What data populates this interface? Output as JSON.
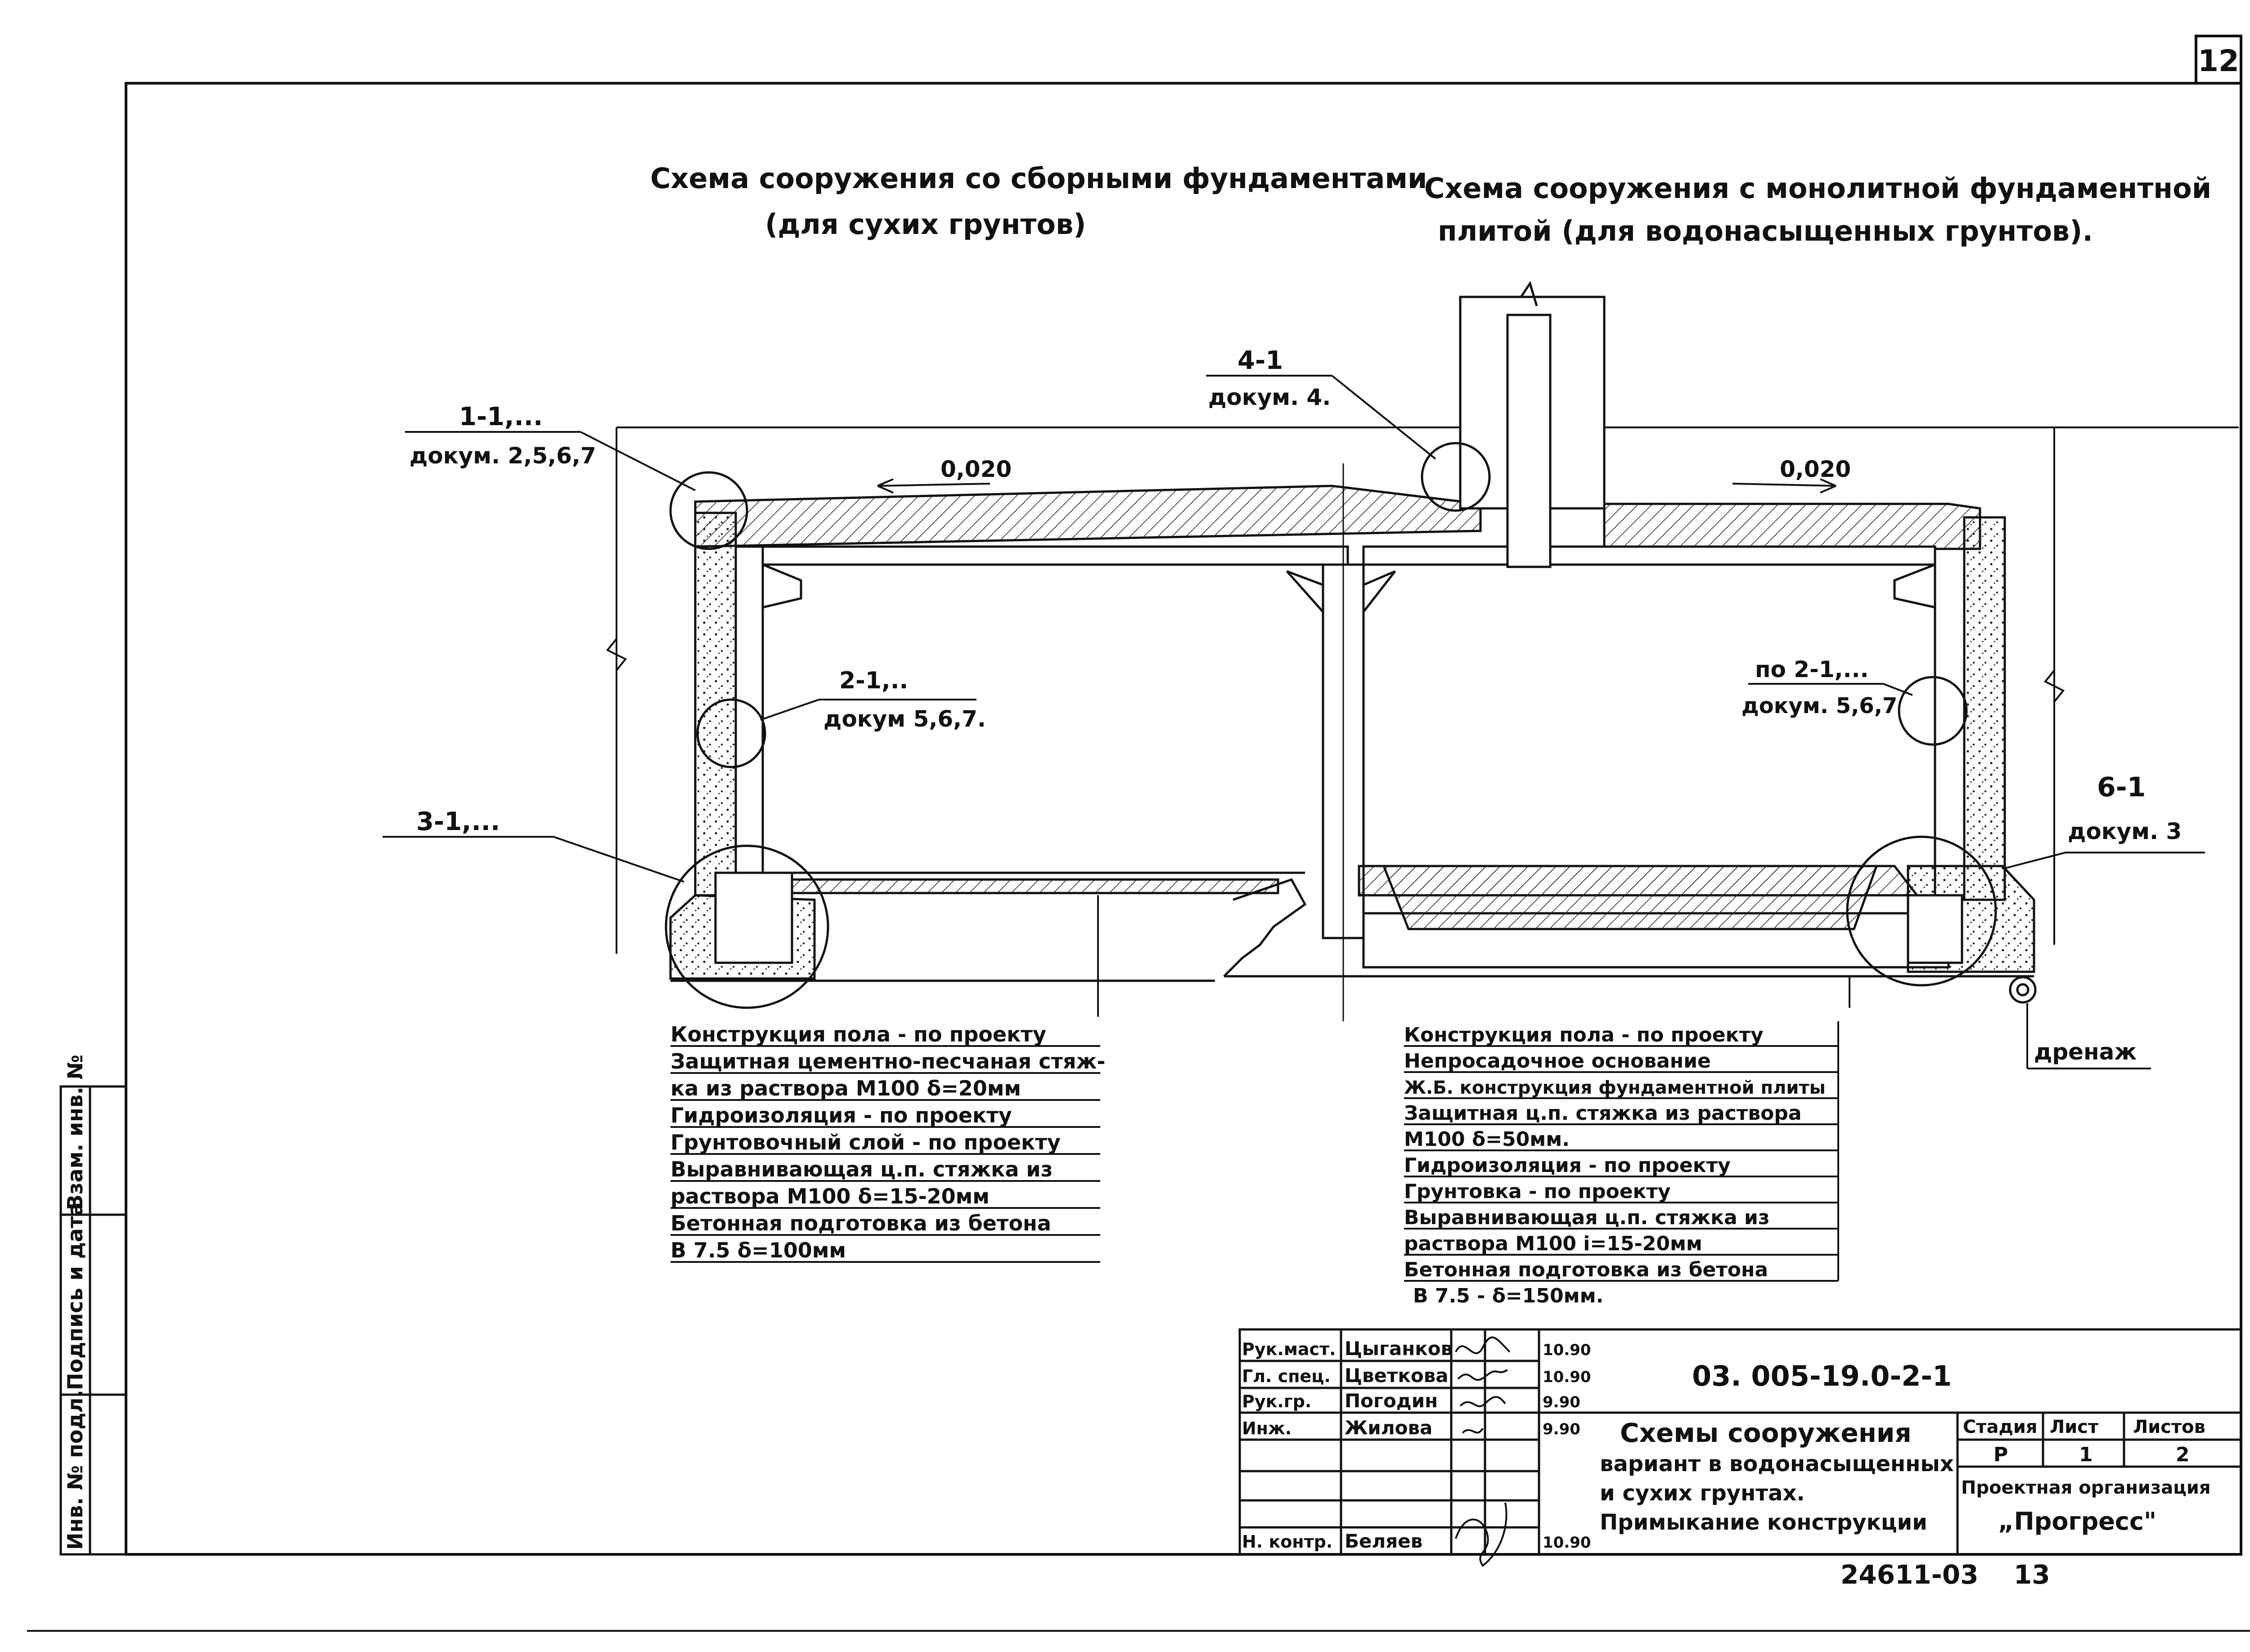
{
  "sheet_number": "12",
  "titles": {
    "left_line1": "Схема сооружения со сборными фундаментами",
    "left_line2": "(для сухих грунтов)",
    "right_line1": "Схема сооружения с монолитной фундаментной",
    "right_line2": "плитой (для водонасыщенных грунтов)."
  },
  "callouts": {
    "c11_top": "1-1,...",
    "c11_bot": "докум. 2,5,6,7",
    "c41_top": "4-1",
    "c41_bot": "докум. 4.",
    "c21_top": "2-1,..",
    "c21_bot": "докум 5,6,7.",
    "c31": "3-1,...",
    "cpo21_top": "по 2-1,...",
    "cpo21_bot": "докум. 5,6,7",
    "c61_top": "6-1",
    "c61_bot": "докум. 3",
    "drain": "дренаж"
  },
  "slope_left": "0,020",
  "slope_right": "0,020",
  "floor_left": [
    "Конструкция пола - по проекту",
    "Защитная цементно-песчаная стяж-",
    "ка из раствора М100 δ=20мм",
    "Гидроизоляция - по проекту",
    "Грунтовочный слой - по проекту",
    "Выравнивающая ц.п. стяжка из",
    "раствора М100 δ=15-20мм",
    "Бетонная подготовка из бетона",
    "В 7.5   δ=100мм"
  ],
  "floor_right": [
    "Конструкция пола - по проекту",
    "Непросадочное основание",
    "Ж.Б. конструкция фундаментной плиты",
    "Защитная ц.п. стяжка из раствора",
    "М100   δ=50мм.",
    "Гидроизоляция - по проекту",
    "Грунтовка - по проекту",
    "Выравнивающая ц.п. стяжка из",
    "раствора М100  i=15-20мм",
    "Бетонная подготовка из бетона",
    "В 7.5 - δ=150мм."
  ],
  "side_stamp": {
    "c1": "Инв. № подл.",
    "c2": "Подпись и дата",
    "c3": "Взам. инв. №"
  },
  "title_block": {
    "roles": [
      "Рук.маст.",
      "Гл. спец.",
      "Рук.гр.",
      "Инж.",
      "",
      "",
      "Н. контр."
    ],
    "names": [
      "Цыганков",
      "Цветкова",
      "Погодин",
      "Жилова",
      "",
      "",
      "Беляев"
    ],
    "dates": [
      "10.90",
      "10.90",
      "9.90",
      "9.90",
      "",
      "",
      "10.90"
    ],
    "doc_code": "03. 005-19.0-2-1",
    "desc1": "Схемы сооружения",
    "desc2": "вариант в водонасыщенных",
    "desc3": "и сухих грунтах.",
    "desc4": "Примыкание конструкции",
    "stage_label": "Стадия",
    "sheet_label": "Лист",
    "sheets_label": "Листов",
    "stage": "Р",
    "sheet": "1",
    "sheets": "2",
    "org1": "Проектная организация",
    "org2": "„Прогресс\""
  },
  "footer_code": "24611-03",
  "footer_page": "13"
}
